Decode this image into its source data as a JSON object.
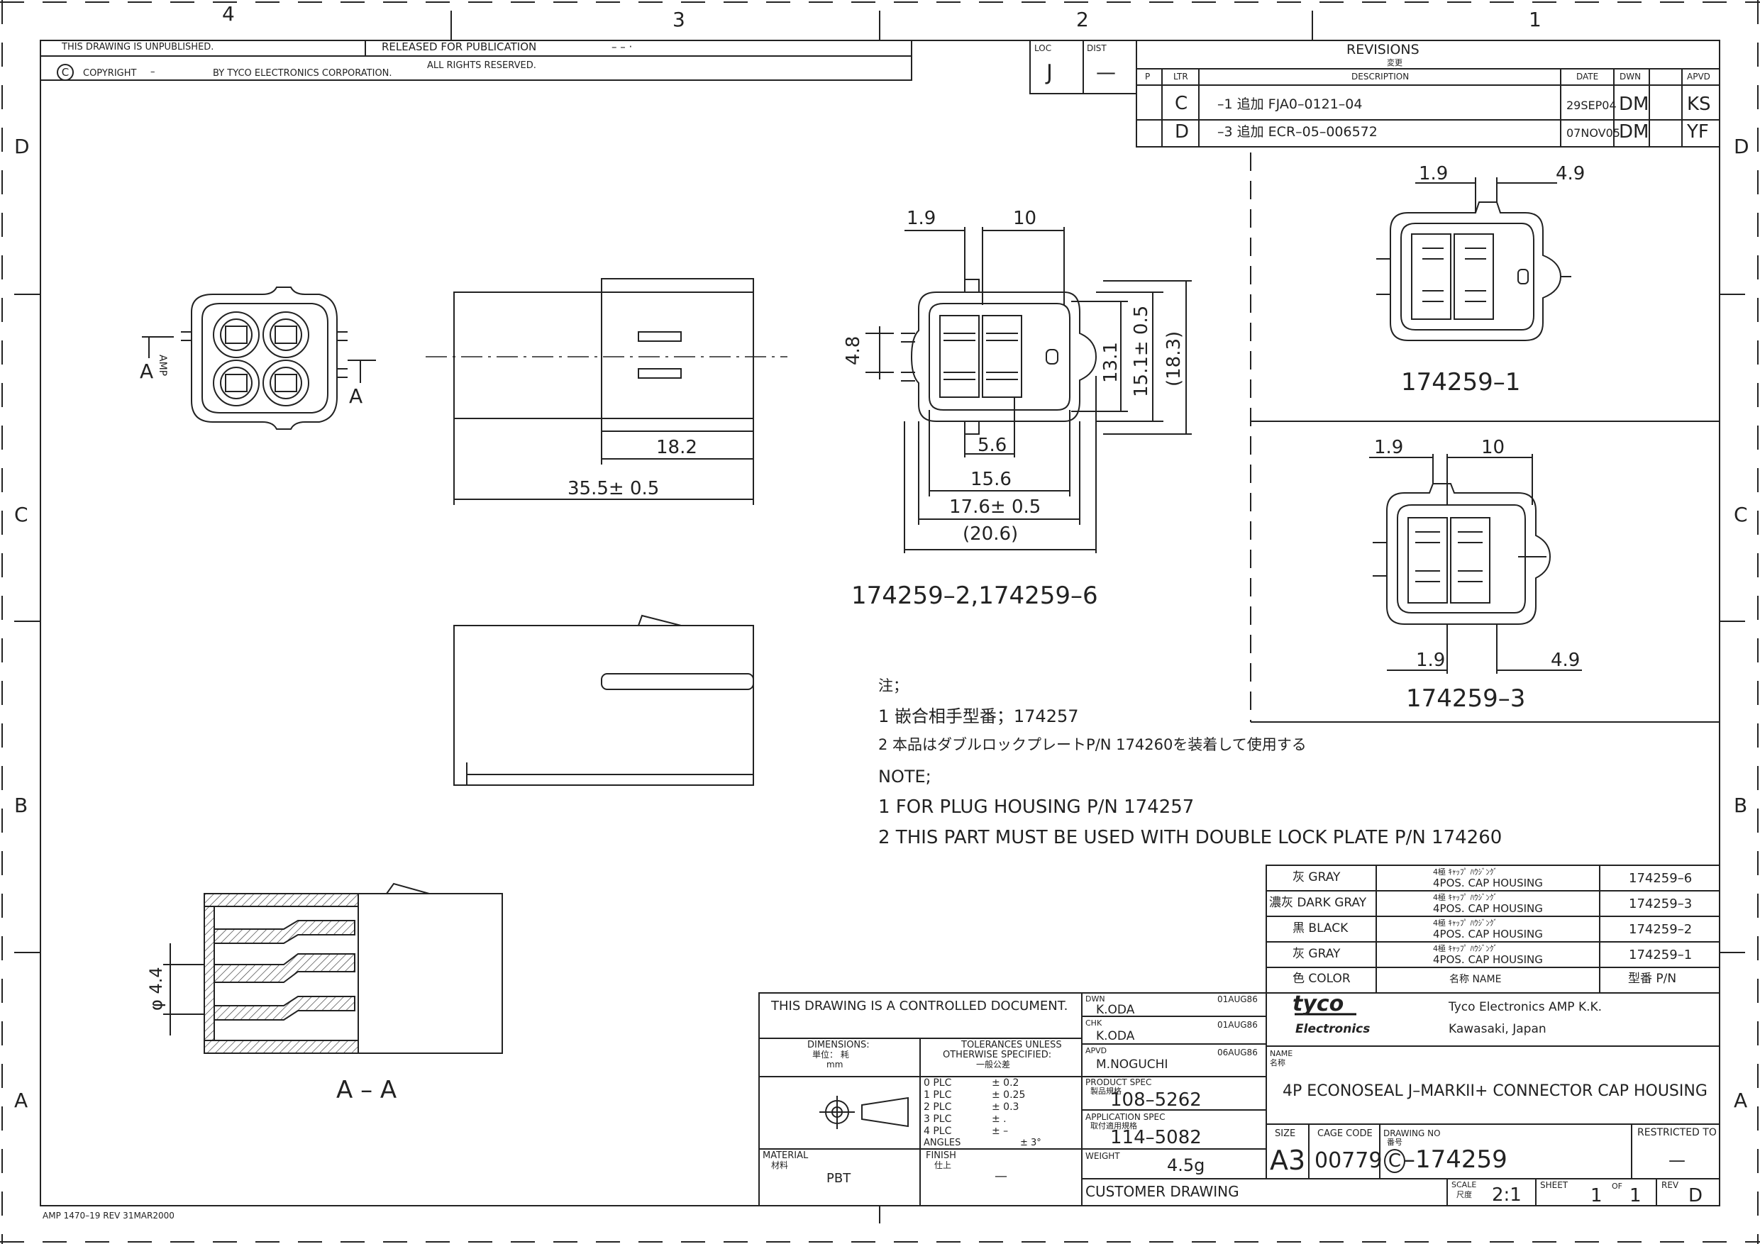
{
  "zones": {
    "cols": [
      "4",
      "3",
      "2",
      "1"
    ],
    "rows": [
      "D",
      "C",
      "B",
      "A"
    ]
  },
  "header": {
    "unpublished": "THIS DRAWING IS UNPUBLISHED.",
    "released": "RELEASED FOR PUBLICATION",
    "released_mark": "– –   ·",
    "copyright_symbol": "C",
    "copyright": "COPYRIGHT",
    "copyright_dash": "–",
    "by_tyco": "BY TYCO ELECTRONICS CORPORATION.",
    "rights": "ALL RIGHTS RESERVED."
  },
  "loc_dist": {
    "loc_label": "LOC",
    "loc_value": "J",
    "dist_label": "DIST",
    "dist_value": "—"
  },
  "revisions": {
    "title": "REVISIONS",
    "title_jp": "変更",
    "col_p": "P",
    "col_ltr": "LTR",
    "col_desc": "DESCRIPTION",
    "col_date": "DATE",
    "col_dwn": "DWN",
    "col_apvd": "APVD",
    "rows": [
      {
        "ltr": "C",
        "desc": "–1 追加  FJA0–0121–04",
        "date": "29SEP04",
        "dwn": "DM",
        "apvd": "KS"
      },
      {
        "ltr": "D",
        "desc": "–3 追加  ECR–05–006572",
        "date": "07NOV05",
        "dwn": "DM",
        "apvd": "YF"
      }
    ]
  },
  "dims": {
    "front_amp": "AMP",
    "section_a_left": "A",
    "section_a_right": "A",
    "side_18_2": "18.2",
    "side_35_5": "35.5± 0.5",
    "mid_1_9": "1.9",
    "mid_10": "10",
    "mid_4_8": "4.8",
    "mid_13_1": "13.1",
    "mid_15_1": "15.1± 0.5",
    "mid_18_3": "(18.3)",
    "mid_5_6": "5.6",
    "mid_15_6": "15.6",
    "mid_17_6": "17.6± 0.5",
    "mid_20_6": "(20.6)",
    "mid_label": "174259–2,174259–6",
    "r1_1_9": "1.9",
    "r1_4_9": "4.9",
    "r1_label": "174259–1",
    "r3_1_9_top": "1.9",
    "r3_10": "10",
    "r3_1_9_bot": "1.9",
    "r3_4_9": "4.9",
    "r3_label": "174259–3",
    "section_dia": "φ 4.4",
    "section_label": "A – A"
  },
  "notes": {
    "jp_head": "注；",
    "jp_1": "1   嵌合相手型番；174257",
    "jp_2": "2  本品はダブルロックプレートP/N  174260を装着して使用する",
    "en_head": "NOTE;",
    "en_1": "1   FOR PLUG HOUSING P/N 174257",
    "en_2": "2   THIS PART MUST BE USED WITH DOUBLE LOCK PLATE P/N 174260"
  },
  "parts_list": {
    "rows": [
      {
        "color": "灰  GRAY",
        "name_jp": "4極 ｷｬｯﾌﾟ ﾊｳｼﾞﾝｸﾞ",
        "name": "4POS. CAP HOUSING",
        "pn": "174259–6"
      },
      {
        "color": "濃灰  DARK GRAY",
        "name_jp": "4極 ｷｬｯﾌﾟ ﾊｳｼﾞﾝｸﾞ",
        "name": "4POS. CAP HOUSING",
        "pn": "174259–3"
      },
      {
        "color": "黒  BLACK",
        "name_jp": "4極 ｷｬｯﾌﾟ ﾊｳｼﾞﾝｸﾞ",
        "name": "4POS. CAP HOUSING",
        "pn": "174259–2"
      },
      {
        "color": "灰  GRAY",
        "name_jp": "4極 ｷｬｯﾌﾟ ﾊｳｼﾞﾝｸﾞ",
        "name": "4POS. CAP HOUSING",
        "pn": "174259–1"
      }
    ],
    "head_color": "色  COLOR",
    "head_name": "名称  NAME",
    "head_pn": "型番  P/N"
  },
  "title_block": {
    "controlled": "THIS DRAWING IS A CONTROLLED DOCUMENT.",
    "dimensions": "DIMENSIONS:",
    "dimensions_jp": "単位：  耗",
    "dimensions_unit": "mm",
    "tol_1": "TOLERANCES UNLESS",
    "tol_2": "OTHERWISE SPECIFIED:",
    "tol_jp": "一般公差",
    "tol_rows": [
      {
        "plc": "0 PLC",
        "val": "± 0.2"
      },
      {
        "plc": "1 PLC",
        "val": "± 0.25"
      },
      {
        "plc": "2 PLC",
        "val": "± 0.3"
      },
      {
        "plc": "3 PLC",
        "val": "± ."
      },
      {
        "plc": "4 PLC",
        "val": "± –"
      }
    ],
    "angles": "ANGLES",
    "angles_val": "± 3°",
    "material": "MATERIAL",
    "material_jp": "材料",
    "material_val": "PBT",
    "finish": "FINISH",
    "finish_jp": "仕上",
    "finish_val": "—",
    "dwn_label": "DWN",
    "dwn_name": "K.ODA",
    "dwn_date": "01AUG86",
    "chk_label": "CHK",
    "chk_name": "K.ODA",
    "chk_date": "01AUG86",
    "apvd_label": "APVD",
    "apvd_name": "M.NOGUCHI",
    "apvd_date": "06AUG86",
    "prod_spec": "PRODUCT SPEC",
    "prod_spec_jp": "製品規格",
    "prod_spec_val": "108–5262",
    "app_spec": "APPLICATION SPEC",
    "app_spec_jp": "取付適用規格",
    "app_spec_val": "114–5082",
    "weight": "WEIGHT",
    "weight_val": "4.5g",
    "customer": "CUSTOMER DRAWING",
    "logo_1": "tyco",
    "logo_2": "Electronics",
    "company": "Tyco Electronics AMP K.K.",
    "location": "Kawasaki, Japan",
    "name_label": "NAME",
    "name_label_jp": "名称",
    "name_val": "4P ECONOSEAL J–MARKII+ CONNECTOR CAP HOUSING",
    "size_label": "SIZE",
    "size_val": "A3",
    "cage_label": "CAGE CODE",
    "cage_val": "00779",
    "dwg_label": "DRAWING NO",
    "dwg_label_jp": "番号",
    "dwg_prefix": "C",
    "dwg_val": "–174259",
    "restricted": "RESTRICTED TO",
    "restricted_val": "—",
    "scale_label": "SCALE",
    "scale_label_jp": "尺度",
    "scale_val": "2:1",
    "sheet_label": "SHEET",
    "sheet_val": "1",
    "of_label": "OF",
    "of_val": "1",
    "rev_label": "REV",
    "rev_val": "D"
  },
  "footer": {
    "form": "AMP 1470–19 REV 31MAR2000"
  }
}
